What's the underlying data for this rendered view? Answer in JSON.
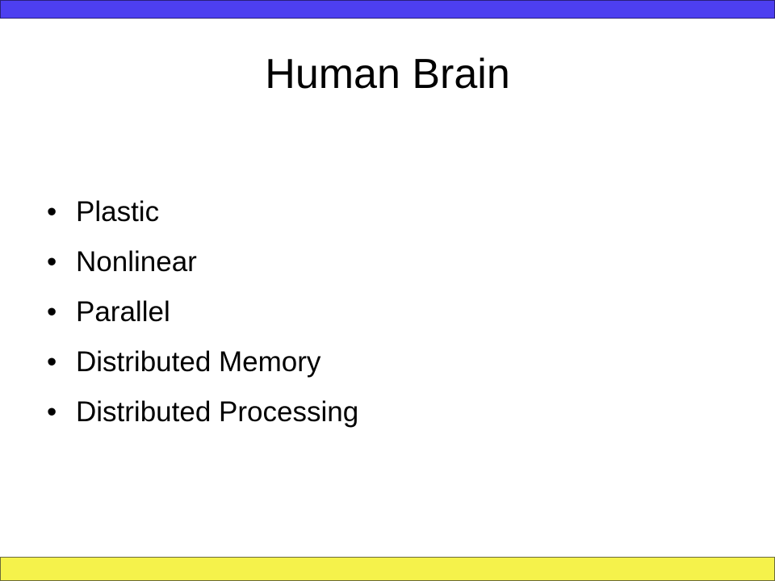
{
  "slide": {
    "title": "Human Brain",
    "bullet_glyph": "•",
    "bullets": [
      "Plastic",
      "Nonlinear",
      "Parallel",
      "Distributed Memory",
      "Distributed Processing"
    ]
  },
  "colors": {
    "top_bar": "#4d3ff0",
    "bottom_bar": "#f5f24b",
    "background": "#ffffff",
    "text": "#000000"
  }
}
